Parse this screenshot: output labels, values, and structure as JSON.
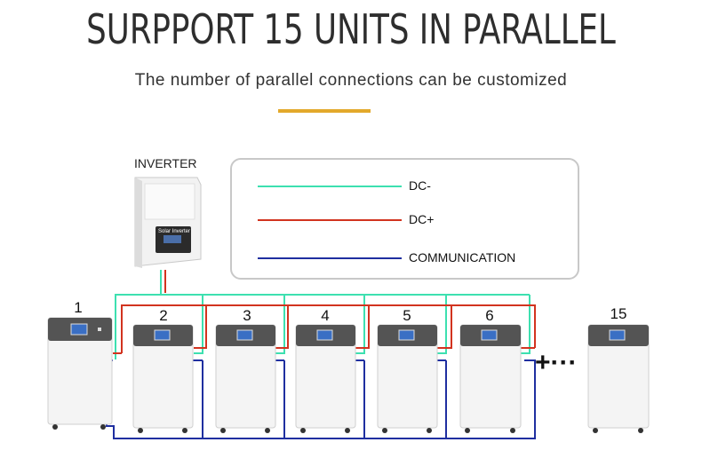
{
  "header": {
    "title": "SURPPORT 15 UNITS IN PARALLEL",
    "subtitle": "The number of parallel connections can be customized"
  },
  "inverter": {
    "label": "INVERTER",
    "panel_text": "Solar Inverter"
  },
  "legend": {
    "items": [
      {
        "label": "DC-",
        "color": "#3de0b0"
      },
      {
        "label": "DC+",
        "color": "#d2331f"
      },
      {
        "label": "COMMUNICATION",
        "color": "#1f2fa0"
      }
    ]
  },
  "units": {
    "labels": [
      "1",
      "2",
      "3",
      "4",
      "5",
      "6",
      "15"
    ],
    "continuation": "+···"
  },
  "colors": {
    "accent": "#e3a92b",
    "battery_top": "#545454",
    "battery_body": "#f4f4f4"
  }
}
